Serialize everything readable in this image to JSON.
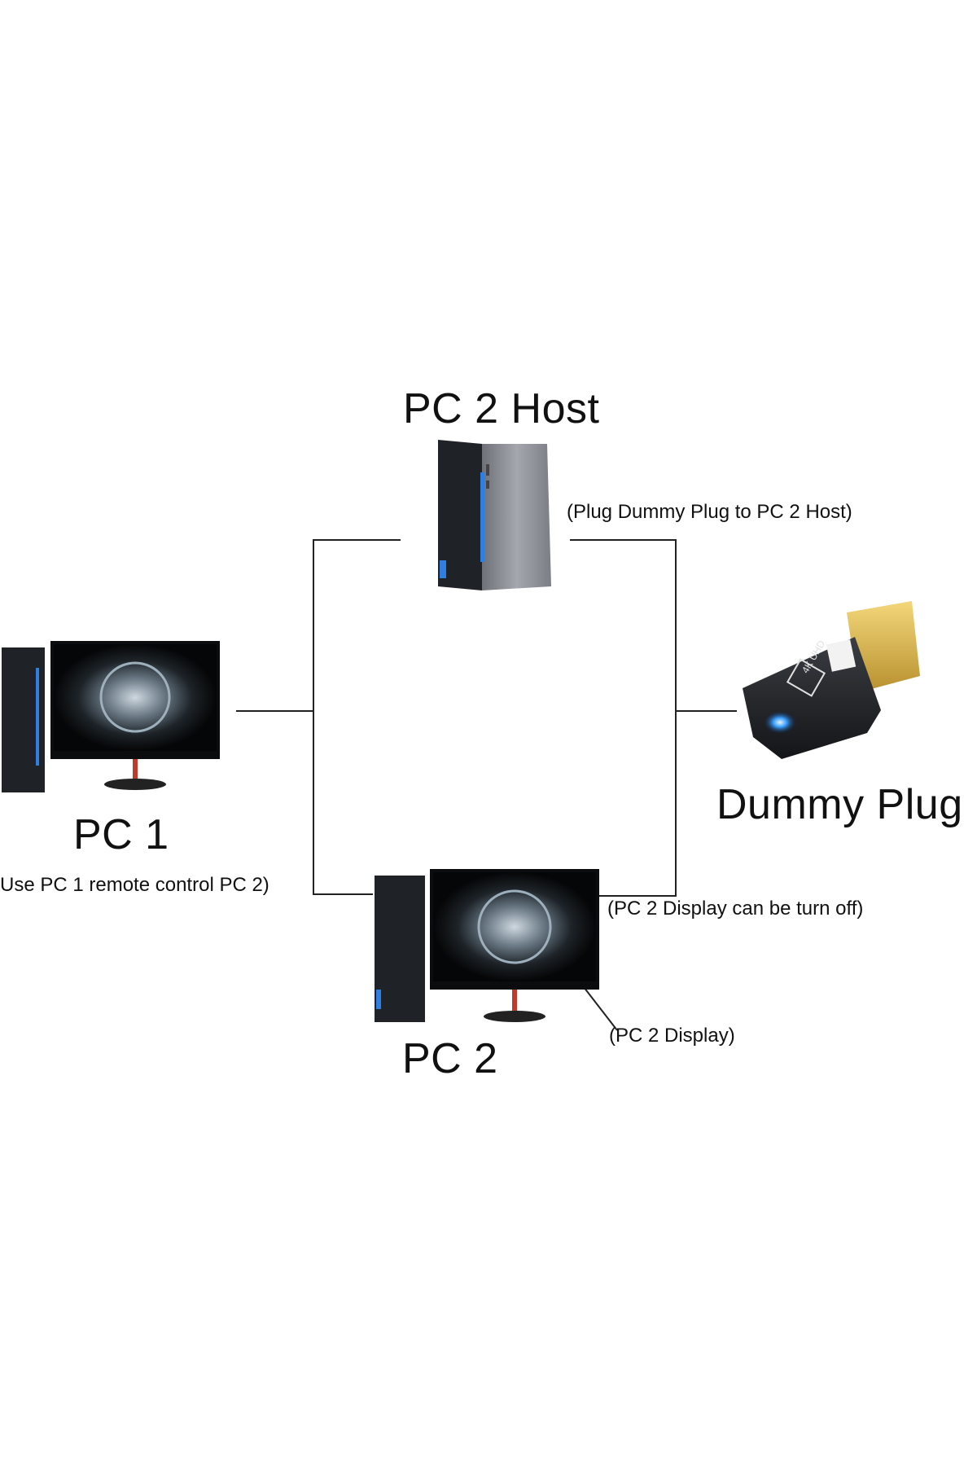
{
  "nodes": {
    "pc2_host": {
      "title": "PC 2 Host",
      "note": "(Plug Dummy Plug to PC 2 Host)"
    },
    "pc1": {
      "title": "PC 1",
      "note": "Use PC 1 remote control PC 2)"
    },
    "pc2": {
      "title": "PC 2",
      "note_display_off": "(PC 2 Display can be turn off)",
      "note_display": "(PC 2 Display)"
    },
    "dummy_plug": {
      "title": "Dummy Plug",
      "badge_4k": "4K",
      "badge_uhd": "UHD"
    }
  },
  "colors": {
    "line": "#222222",
    "tower_dark": "#1f2227",
    "tower_side": "#8d9096",
    "accent_blue": "#2f7fe0",
    "led_blue": "#3aa0ff",
    "plug_gold": "#d9b24a"
  }
}
